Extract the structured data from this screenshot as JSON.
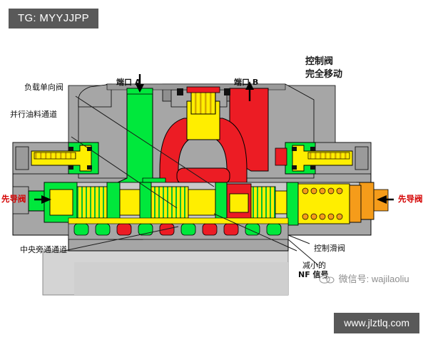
{
  "badges": {
    "tag": "TG: MYYJJPP",
    "url": "www.jlztlq.com"
  },
  "watermark": {
    "text": "微信号: wajilaoliu",
    "icon": "cloud-face-icon"
  },
  "title": {
    "line1": "控制阀",
    "line2": "完全移动"
  },
  "labels": {
    "load_check_valve": "负载单向阀",
    "parallel_oil_passage": "并行油料通道",
    "port_a": "端口 A",
    "port_b": "端口 B",
    "pilot_valve_left": "先导阀",
    "pilot_valve_right": "先导阀",
    "central_bypass": "中央旁通通道",
    "control_spool": "控制滑阀",
    "reduced_line1": "减小的",
    "reduced_line2": "NF 信号"
  },
  "colors": {
    "body_gray": "#a6a6a6",
    "body_gray_dark": "#8f8f8f",
    "base_gray": "#c9c9c9",
    "base_gray_light": "#d4d4d4",
    "flow_green": "#00e83c",
    "flow_green_dark": "#00c030",
    "flow_red": "#ec1c24",
    "flow_red_dark": "#c8141b",
    "flow_yellow": "#ffee00",
    "flow_orange": "#f59c1a",
    "outline": "#000000",
    "badge_gray": "#595959",
    "label_red": "#d40000",
    "leader_line": "#1a1a1a"
  },
  "diagram": {
    "type": "hydraulic-valve-cross-section",
    "name": "control-valve-section-diagram",
    "port_a_arrow": "down",
    "port_b_arrow": "up",
    "pilot_left_arrow": "right",
    "pilot_right_arrow": "left"
  }
}
